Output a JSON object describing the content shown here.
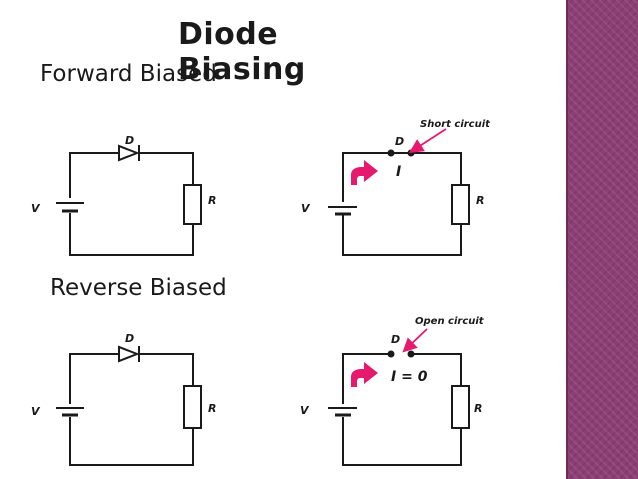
{
  "slide": {
    "title": "Diode Biasing",
    "sections": {
      "forward": "Forward Biased",
      "reverse": "Reverse Biased"
    }
  },
  "colors": {
    "side_band": "#8d3f74",
    "arrow": "#e5196e",
    "wire": "#1a1a1a"
  },
  "icons": [
    "battery-icon",
    "diode-icon",
    "resistor-icon",
    "current-arrow-icon",
    "switch-icon"
  ],
  "circuits": {
    "forward_diode": {
      "v": "V",
      "d": "D",
      "r": "R"
    },
    "forward_equivalent": {
      "v": "V",
      "d": "D",
      "r": "R",
      "current": "I",
      "note": "Short circuit"
    },
    "reverse_diode": {
      "v": "V",
      "d": "D",
      "r": "R"
    },
    "reverse_equivalent": {
      "v": "V",
      "d": "D",
      "r": "R",
      "current": "I = 0",
      "note": "Open circuit"
    }
  }
}
